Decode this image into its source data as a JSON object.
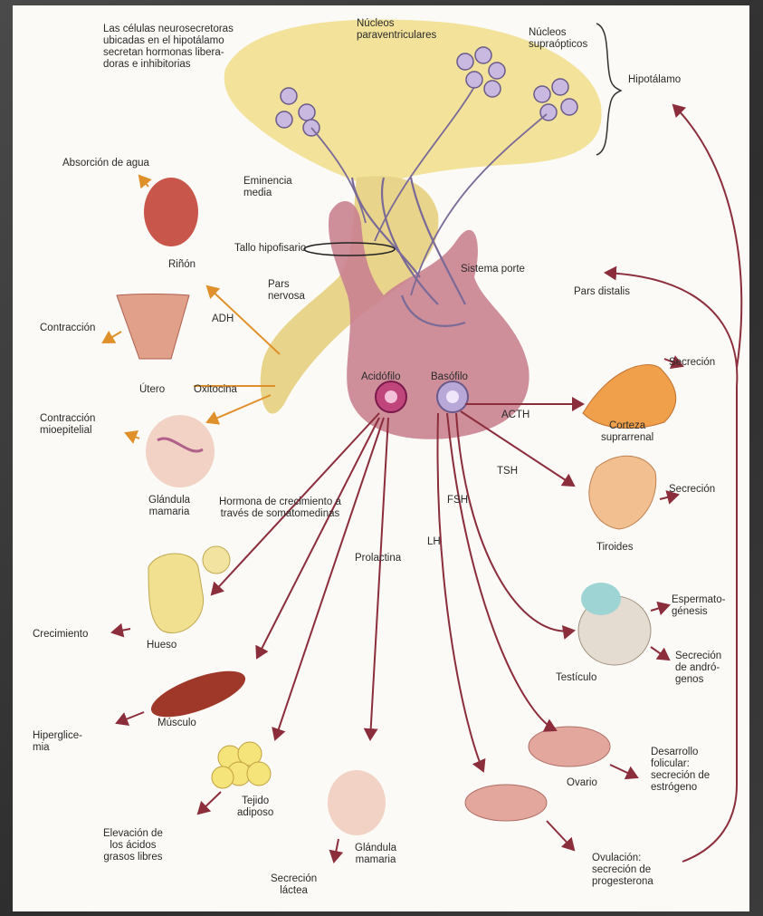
{
  "colors": {
    "hypothalamus": "#f2e29a",
    "pituitary": "#c98290",
    "neural": "#e8d48a",
    "arrow_red": "#8c2d3c",
    "arrow_orange": "#e0902a",
    "neuron": "#8a7aa8",
    "organ_pink": "#e3a79d"
  },
  "labels": {
    "neurosecretory": "Las células neurosecretoras\nubicadas en el hipotálamo\nsecretan hormonas libera-\ndoras e inhibitorias",
    "paraventricular": "Núcleos\nparaventriculares",
    "supraoptic": "Núcleos\nsupraópticos",
    "hypothalamus": "Hipotálamo",
    "median_eminence": "Eminencia\nmedia",
    "infundibulum": "Tallo hipofisario",
    "portal_system": "Sistema porte",
    "pars_nervosa": "Pars\nnervosa",
    "pars_distalis": "Pars distalis",
    "water_absorption": "Absorción de agua",
    "kidney": "Riñón",
    "adh": "ADH",
    "contraction": "Contracción",
    "uterus": "Útero",
    "oxytocin": "Oxitocina",
    "myoepithelial": "Contracción\nmioepitelial",
    "mammary_gland_left": "Glándula\nmamaria",
    "acidophil": "Acidófilo",
    "basophil": "Basófilo",
    "acth": "ACTH",
    "secretion_adrenal": "Secreción",
    "adrenal_cortex": "Corteza\nsuprarrenal",
    "tsh": "TSH",
    "secretion_thyroid": "Secreción",
    "thyroid": "Tiroides",
    "growth_hormone": "Hormona de crecimiento a\ntravés de somatomedinas",
    "fsh": "FSH",
    "lh": "LH",
    "prolactin": "Prolactina",
    "spermatogenesis": "Espermato-\ngénesis",
    "bone": "Hueso",
    "growth": "Crecimiento",
    "testis": "Testículo",
    "androgen_secretion": "Secreción\nde andró-\ngenos",
    "muscle": "Músculo",
    "hyperglycemia": "Hiperglice-\nmia",
    "follicular_dev": "Desarrollo\nfolicular:\nsecreción de\nestrógeno",
    "ovary": "Ovario",
    "adipose": "Tejido\nadiposo",
    "fatty_acids": "Elevación de\nlos ácidos\ngrasos libres",
    "mammary_gland_bottom": "Glándula\nmamaria",
    "milk_secretion": "Secreción\nláctea",
    "ovulation": "Ovulación:\nsecreción de\nprogesterona"
  }
}
